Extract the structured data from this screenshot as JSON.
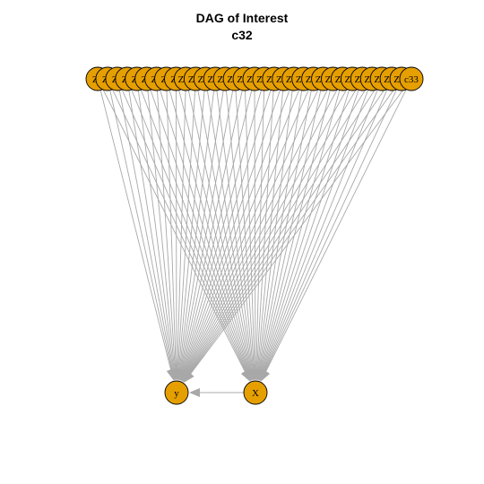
{
  "title": "DAG of Interest",
  "subtitle": "c32",
  "style": {
    "node_fill": "#E69F00",
    "node_stroke": "#000000",
    "edge_color": "#A8A8A8",
    "label_color": "#000000"
  },
  "top_nodes": [
    "Z1",
    "Z2",
    "Z3",
    "Z4",
    "Z5",
    "Z6",
    "Z7",
    "Z8",
    "Z9",
    "Z10",
    "Z11",
    "Z12",
    "Z13",
    "Z14",
    "Z15",
    "Z16",
    "Z17",
    "Z18",
    "Z19",
    "Z20",
    "Z21",
    "Z22",
    "Z23",
    "Z24",
    "Z25",
    "Z26",
    "Z27",
    "Z28",
    "Z29",
    "Z30",
    "Z31",
    "Z32",
    "c33"
  ],
  "bottom_nodes": [
    "y",
    "X"
  ],
  "edges": {
    "from_every_top_node_to": [
      "y",
      "X"
    ],
    "extra": [
      [
        "X",
        "y"
      ]
    ]
  }
}
